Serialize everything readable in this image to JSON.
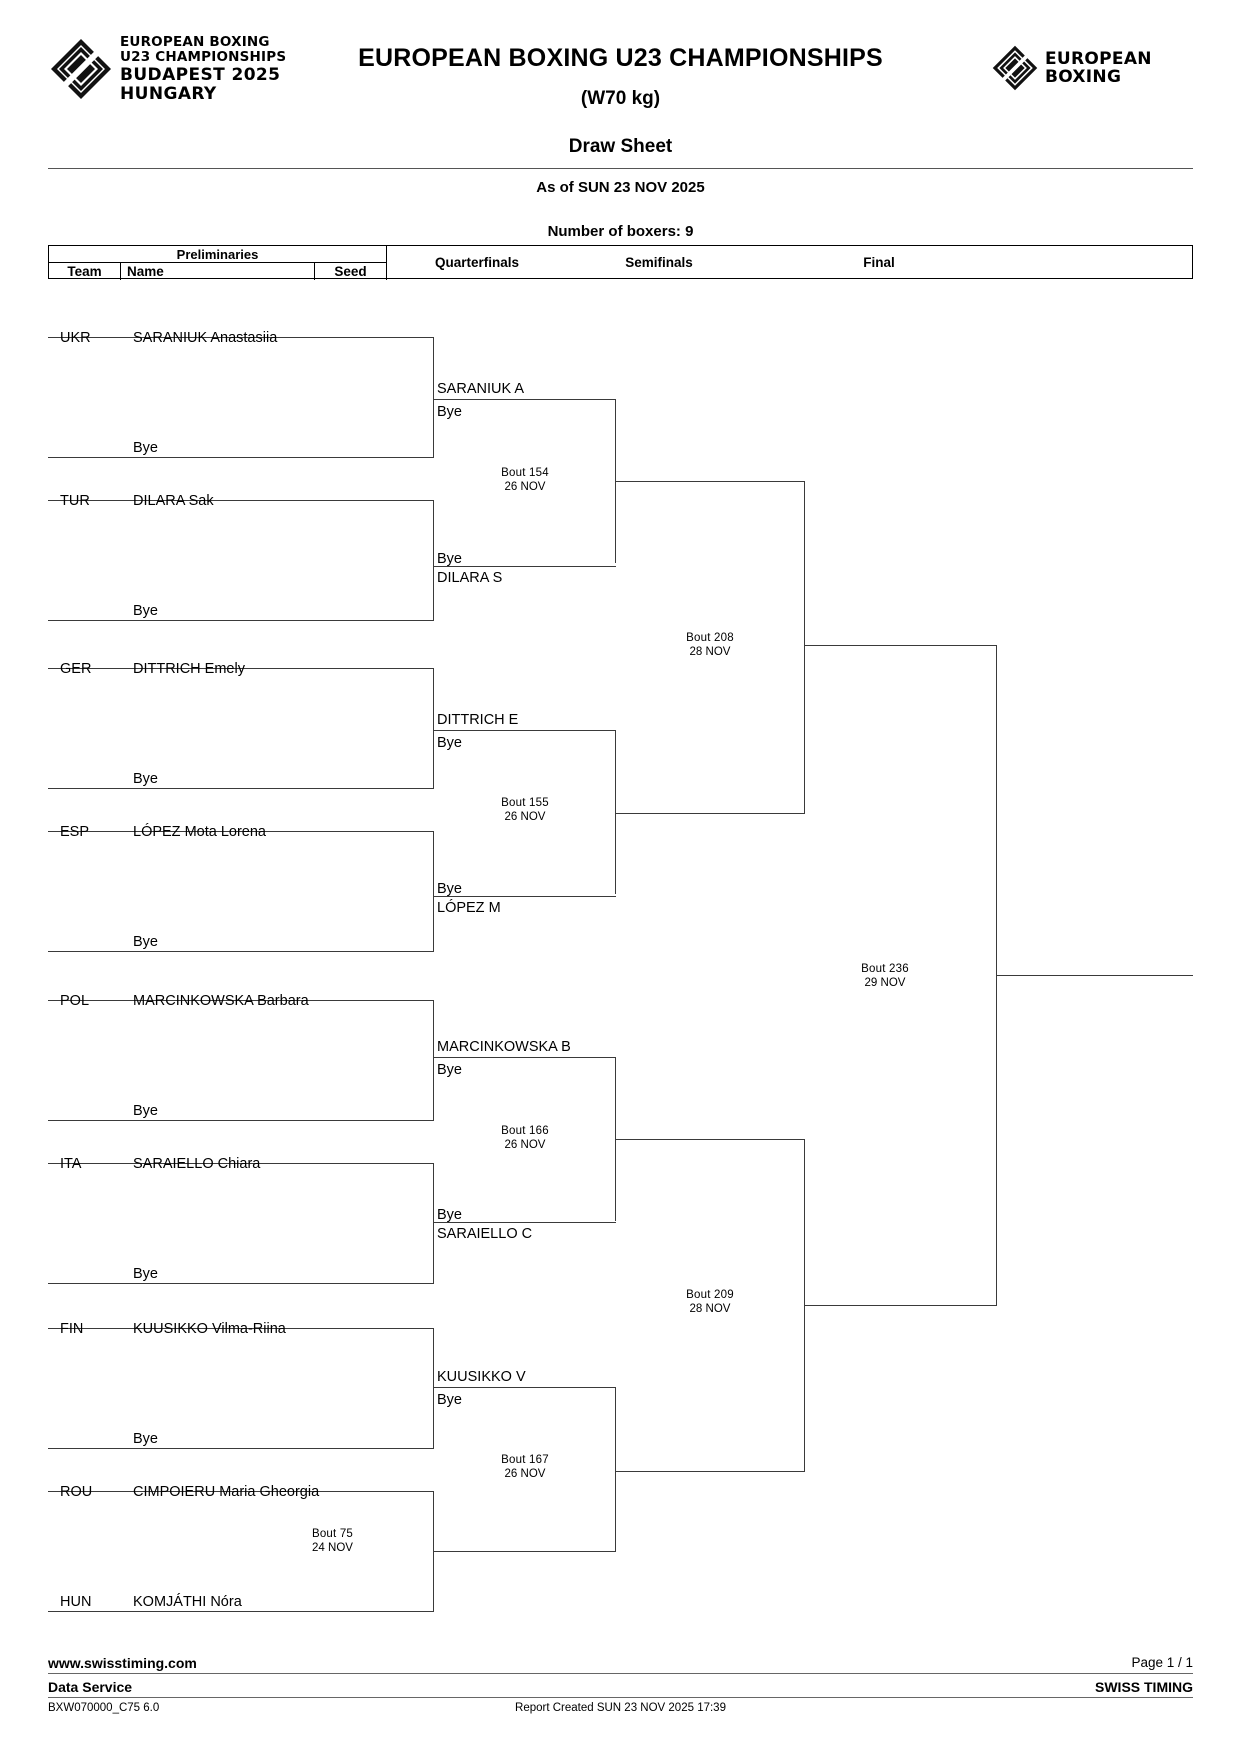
{
  "header": {
    "logo_left": {
      "line1": "EUROPEAN BOXING",
      "line2": "U23 CHAMPIONSHIPS",
      "line3": "BUDAPEST 2025",
      "line4": "HUNGARY"
    },
    "logo_right": {
      "line1": "EUROPEAN",
      "line2": "BOXING"
    },
    "title": "EUROPEAN BOXING U23 CHAMPIONSHIPS",
    "category": "(W70 kg)",
    "document_type": "Draw Sheet",
    "as_of": "As of SUN 23 NOV 2025",
    "number_of_boxers": "Number of boxers: 9"
  },
  "columns": {
    "preliminaries": "Preliminaries",
    "team": "Team",
    "name": "Name",
    "seed": "Seed",
    "quarterfinals": "Quarterfinals",
    "semifinals": "Semifinals",
    "final": "Final"
  },
  "preliminaries": [
    {
      "team": "UKR",
      "name": "SARANIUK Anastasiia",
      "seed": "",
      "opponent": "Bye"
    },
    {
      "team": "TUR",
      "name": "DILARA Sak",
      "seed": "",
      "opponent": "Bye"
    },
    {
      "team": "GER",
      "name": "DITTRICH Emely",
      "seed": "",
      "opponent": "Bye"
    },
    {
      "team": "ESP",
      "name": "LÓPEZ Mota Lorena",
      "seed": "",
      "opponent": "Bye"
    },
    {
      "team": "POL",
      "name": "MARCINKOWSKA Barbara",
      "seed": "",
      "opponent": "Bye"
    },
    {
      "team": "ITA",
      "name": "SARAIELLO Chiara",
      "seed": "",
      "opponent": "Bye"
    },
    {
      "team": "FIN",
      "name": "KUUSIKKO Vilma-Riina",
      "seed": "",
      "opponent": "Bye"
    },
    {
      "team": "ROU",
      "name": "CIMPOIERU Maria Gheorgia",
      "seed": "",
      "opponent": ""
    },
    {
      "team": "HUN",
      "name": "KOMJÁTHI Nóra",
      "seed": "",
      "opponent": ""
    }
  ],
  "quarterfinals": [
    {
      "top": "SARANIUK A",
      "bottom": "Bye",
      "bout": "Bout  154",
      "date": "26 NOV"
    },
    {
      "top": "Bye",
      "bottom": "DILARA S",
      "bout": "Bout  155",
      "date": "26 NOV"
    },
    {
      "top": "DITTRICH E",
      "bottom": "Bye",
      "bout": "Bout  166",
      "date": "26 NOV"
    },
    {
      "top": "Bye",
      "bottom": "LÓPEZ M",
      "bout": "Bout  167",
      "date": "26 NOV"
    },
    {
      "top": "MARCINKOWSKA B",
      "bottom": "Bye",
      "bout": "",
      "date": ""
    },
    {
      "top": "Bye",
      "bottom": "SARAIELLO C",
      "bout": "",
      "date": ""
    },
    {
      "top": "KUUSIKKO V",
      "bottom": "Bye",
      "bout": "",
      "date": ""
    }
  ],
  "prelim_bouts": [
    {
      "bout": "Bout  75",
      "date": "24 NOV"
    }
  ],
  "semifinal_bouts": [
    {
      "bout": "Bout  208",
      "date": "28 NOV"
    },
    {
      "bout": "Bout  209",
      "date": "28 NOV"
    }
  ],
  "final_bout": {
    "bout": "Bout  236",
    "date": "29 NOV"
  },
  "footer": {
    "url": "www.swisstiming.com",
    "page": "Page 1 / 1",
    "data_service": "Data Service",
    "provider": "SWISS TIMING",
    "doc_code": "BXW070000_C75 6.0",
    "report_created": "Report Created  SUN 23 NOV 2025 17:39"
  }
}
